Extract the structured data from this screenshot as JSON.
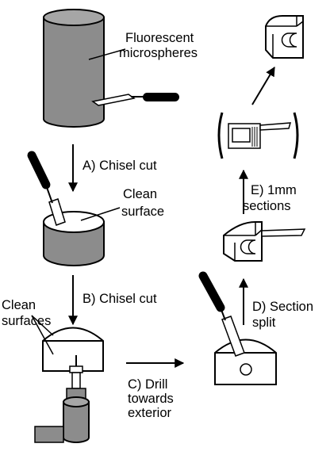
{
  "labels": {
    "fluorescent_line1": "Fluorescent",
    "fluorescent_line2": "microspheres",
    "step_a": "A) Chisel cut",
    "clean_surface_line1": "Clean",
    "clean_surface_line2": "surface",
    "step_b": "B) Chisel cut",
    "clean_surfaces_line1": "Clean",
    "clean_surfaces_line2": "surfaces",
    "step_c_line1": "C) Drill",
    "step_c_line2": "towards",
    "step_c_line3": "exterior",
    "step_d_line1": "D) Section",
    "step_d_line2": "split",
    "step_e_line1": "E) 1mm",
    "step_e_line2": "sections"
  },
  "colors": {
    "cylinder_fill": "#8c8c8c",
    "cylinder_top": "#a6a6a6",
    "block_fill": "#ffffff",
    "ink": "#000000"
  }
}
